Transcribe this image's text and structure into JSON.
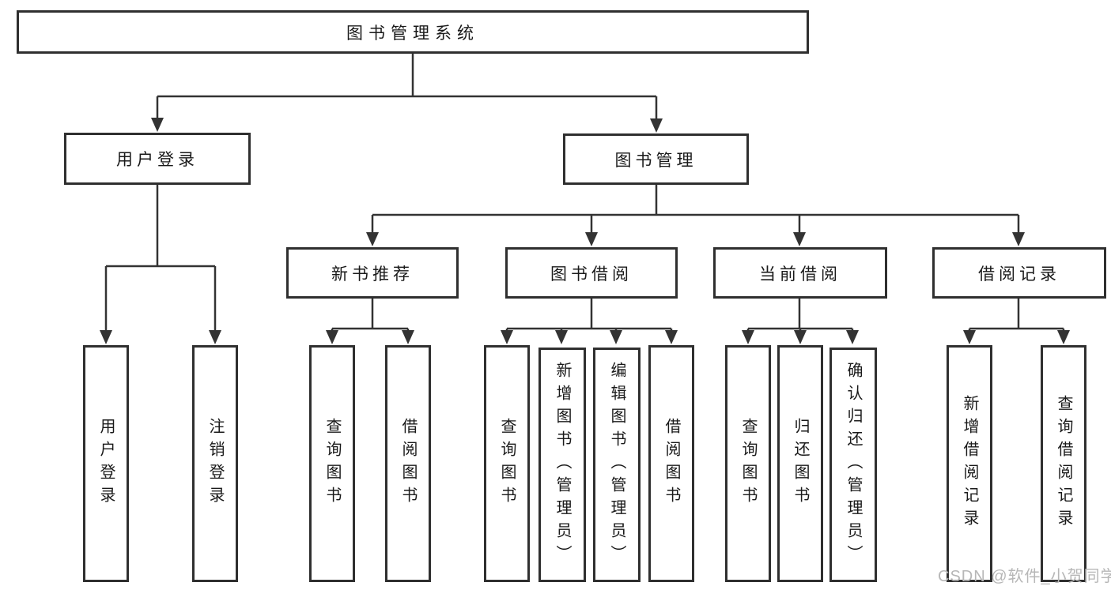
{
  "tree": {
    "label": "图书管理系统",
    "children": [
      {
        "label": "用户登录",
        "children": [
          {
            "label": "用户登录"
          },
          {
            "label": "注销登录"
          }
        ]
      },
      {
        "label": "图书管理",
        "children": [
          {
            "label": "新书推荐",
            "children": [
              {
                "label": "查询图书"
              },
              {
                "label": "借阅图书"
              }
            ]
          },
          {
            "label": "图书借阅",
            "children": [
              {
                "label": "查询图书"
              },
              {
                "label": "新增图书（管理员）"
              },
              {
                "label": "编辑图书（管理员）"
              },
              {
                "label": "借阅图书"
              }
            ]
          },
          {
            "label": "当前借阅",
            "children": [
              {
                "label": "查询图书"
              },
              {
                "label": "归还图书"
              },
              {
                "label": "确认归还（管理员）"
              }
            ]
          },
          {
            "label": "借阅记录",
            "children": [
              {
                "label": "新增借阅记录"
              },
              {
                "label": "查询借阅记录"
              }
            ]
          }
        ]
      }
    ]
  },
  "watermark": "CSDN @软件_小贺同学",
  "colors": {
    "line": "#333333",
    "box_border": "#2f2f2f",
    "text": "#1a1a1a",
    "watermark": "#b7b7b7",
    "background": "#ffffff"
  }
}
